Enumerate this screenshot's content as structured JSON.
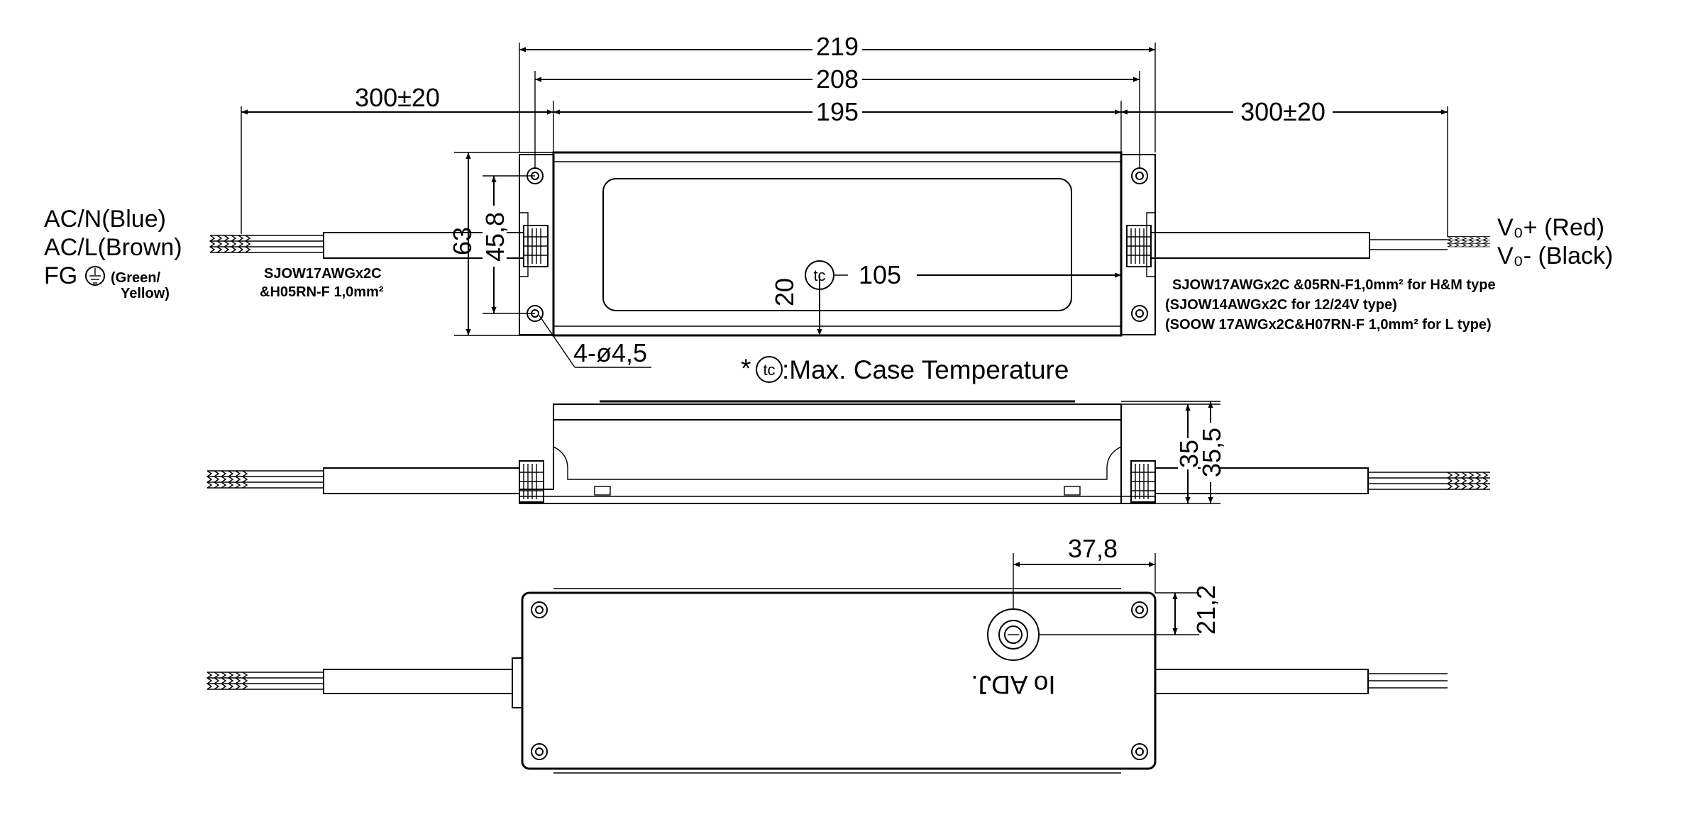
{
  "top_view": {
    "dim_overall": "219",
    "dim_mount": "208",
    "dim_body": "195",
    "dim_wire_left": "300±20",
    "dim_wire_right": "300±20",
    "dim_height": "63",
    "dim_mount_height": "45,8",
    "dim_tc_offset": "20",
    "dim_tc_position": "105",
    "tc_symbol": "tc",
    "holes": "4-ø4,5",
    "input_wires": {
      "ac_n": "AC/N(Blue)",
      "ac_l": "AC/L(Brown)",
      "fg": "FG",
      "fg_color_1": "(Green/",
      "fg_color_2": "Yellow)"
    },
    "input_cable_1": "SJOW17AWGx2C",
    "input_cable_2": "&H05RN-F 1,0mm²",
    "output_wires": {
      "v_plus": "V₀+ (Red)",
      "v_minus": "V₀- (Black)"
    },
    "output_cable_1": "SJOW17AWGx2C &05RN-F1,0mm² for H&M type",
    "output_cable_2": "(SJOW14AWGx2C for 12/24V type)",
    "output_cable_3": "(SOOW 17AWGx2C&H07RN-F 1,0mm² for L type)"
  },
  "case_temperature_note": {
    "prefix": "*",
    "symbol": "tc",
    "text": ":Max. Case Temperature"
  },
  "side_view": {
    "dim_height": "35",
    "dim_height_total": "35,5"
  },
  "bottom_view": {
    "dim_adj_x": "37,8",
    "dim_adj_y": "21,2",
    "adj_label": "Io ADJ."
  }
}
